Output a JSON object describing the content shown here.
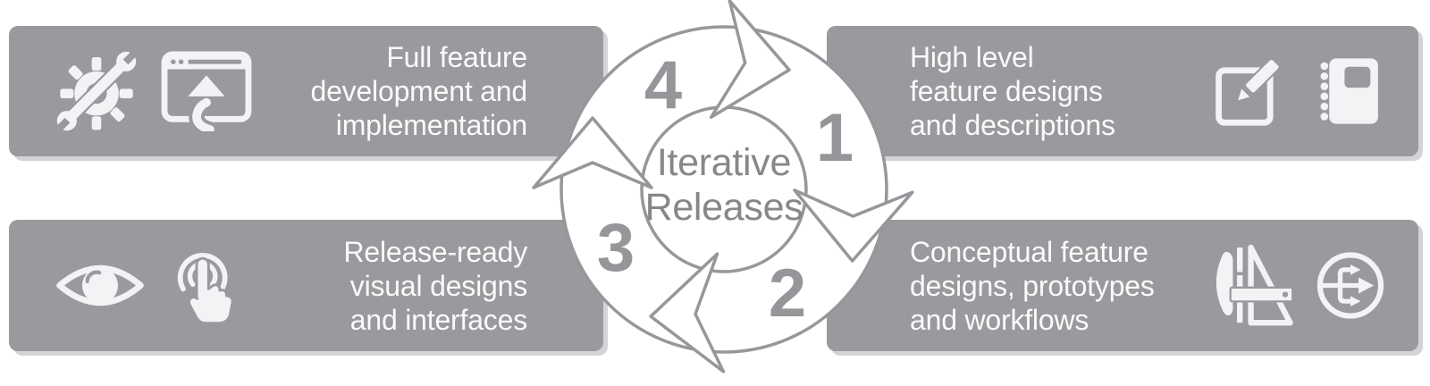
{
  "colors": {
    "panel_gray": "#9a999d",
    "icon_white": "#f3f2f4",
    "text_white": "#fafafa",
    "outline_gray": "#97979b",
    "number_gray": "#96969a",
    "center_text_gray": "#87878b",
    "shadow_gray": "#d4d4d7",
    "background": "#ffffff"
  },
  "panels": [
    {
      "id": "full-feature-development",
      "position": "top-left",
      "lines": [
        "Full feature",
        "development and",
        "implementation"
      ],
      "icons": [
        "gear-wrench-icon",
        "browser-upload-icon"
      ]
    },
    {
      "id": "high-level-feature-designs",
      "position": "top-right",
      "lines": [
        "High level",
        "feature designs",
        "and descriptions"
      ],
      "icons": [
        "edit-compose-icon",
        "spiral-notebook-icon"
      ]
    },
    {
      "id": "release-ready-visual-designs",
      "position": "bottom-left",
      "lines": [
        "Release-ready",
        "visual designs",
        "and interfaces"
      ],
      "icons": [
        "eye-icon",
        "touch-gesture-icon"
      ]
    },
    {
      "id": "conceptual-feature-designs",
      "position": "bottom-right",
      "lines": [
        "Conceptual feature",
        "designs, prototypes",
        "and workflows"
      ],
      "icons": [
        "drafting-tools-icon",
        "workflow-branch-icon"
      ]
    }
  ],
  "cycle": {
    "title_lines": [
      "Iterative",
      "Releases"
    ],
    "direction": "clockwise",
    "steps": [
      "1",
      "2",
      "3",
      "4"
    ]
  }
}
